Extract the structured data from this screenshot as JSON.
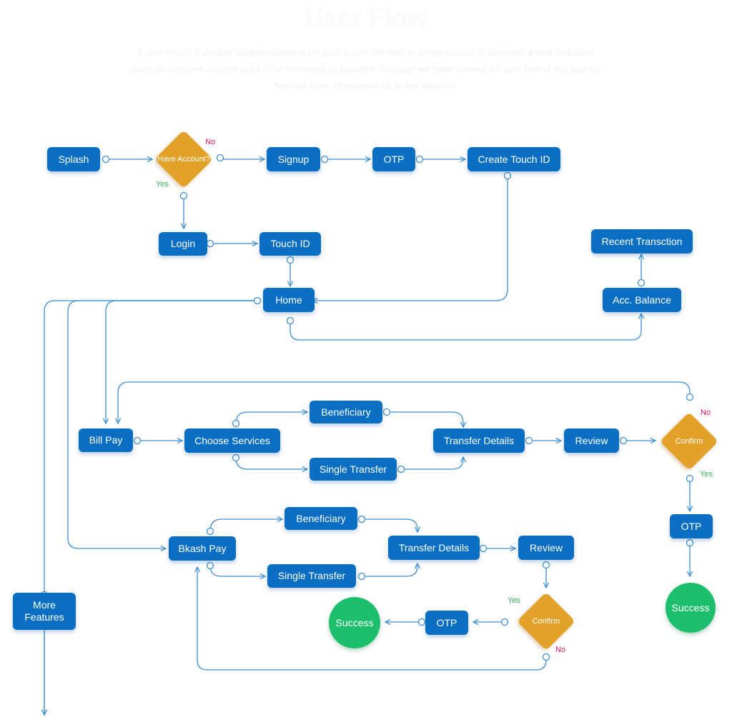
{
  "header": {
    "title": "User Flow",
    "subtitle": "A user flow is a vertical diagram showing the path a user will take in an application to complete a task and allow users to complete desired tasks in as few steps as possible. Although we have created full user flow of this app but here we have showcased up to few features."
  },
  "colors": {
    "node": "#0a6fc2",
    "decision": "#e2a22a",
    "success": "#1dbf6c",
    "connector": "#3d8fd6",
    "no_label": "#e0185c",
    "yes_label": "#33b04a"
  },
  "nodes": {
    "splash": "Splash",
    "have_account": "Have Account?",
    "signup": "Signup",
    "otp_signup": "OTP",
    "create_touch_id": "Create Touch ID",
    "login": "Login",
    "touch_id": "Touch ID",
    "home": "Home",
    "recent_transaction": "Recent Transction",
    "acc_balance": "Acc. Balance",
    "bill_pay": "Bill Pay",
    "choose_services": "Choose Services",
    "beneficiary_bill": "Beneficiary",
    "single_transfer_bill": "Single Transfer",
    "transfer_details_bill": "Transfer Details",
    "review_bill": "Review",
    "confirm_bill": "Confirm",
    "otp_bill": "OTP",
    "success_bill": "Success",
    "bkash_pay": "Bkash Pay",
    "beneficiary_bkash": "Beneficiary",
    "single_transfer_bkash": "Single Transfer",
    "transfer_details_bkash": "Transfer Details",
    "review_bkash": "Review",
    "confirm_bkash": "Confirm",
    "otp_bkash": "OTP",
    "success_bkash": "Success",
    "more_features": "More Features"
  },
  "labels": {
    "no": "No",
    "yes": "Yes"
  }
}
